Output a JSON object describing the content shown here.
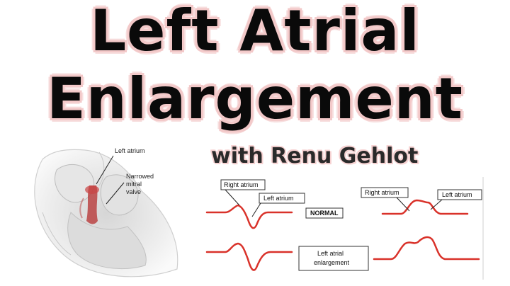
{
  "title": {
    "line1": "Left Atrial",
    "line2": "Enlargement"
  },
  "subtitle": "with Renu Gehlot",
  "heart": {
    "label_left_atrium": "Left atrium",
    "label_valve_line1": "Narrowed",
    "label_valve_line2": "mitral",
    "label_valve_line3": "valve"
  },
  "ecg": {
    "right_atrium": "Right atrium",
    "left_atrium": "Left atrium",
    "normal": "NORMAL",
    "enlargement_line1": "Left atrial",
    "enlargement_line2": "enlargement",
    "right_atrium_2": "Right atrium",
    "left_atrium_2": "Left atrium"
  },
  "colors": {
    "wave": "#d9322a",
    "title_glow": "#f3c9c9"
  }
}
